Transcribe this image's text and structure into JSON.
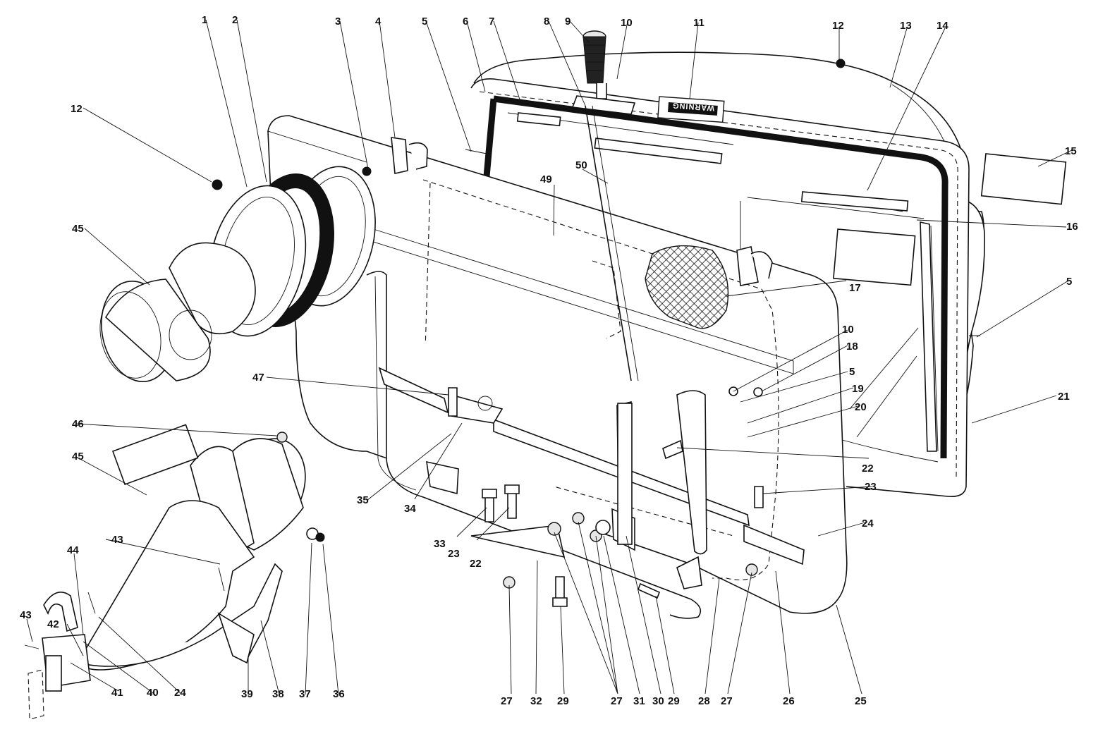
{
  "warning_decal_text": "WARNING",
  "callouts": [
    "1",
    "2",
    "3",
    "4",
    "5",
    "6",
    "7",
    "8",
    "9",
    "10",
    "11",
    "12",
    "13",
    "14",
    "15",
    "16",
    "5",
    "17",
    "10",
    "18",
    "5",
    "19",
    "20",
    "21",
    "12",
    "45",
    "47",
    "46",
    "45",
    "35",
    "34",
    "33",
    "23",
    "22",
    "27",
    "32",
    "29",
    "27",
    "31",
    "30",
    "29",
    "28",
    "27",
    "26",
    "25",
    "22",
    "23",
    "24",
    "44",
    "43",
    "42",
    "43",
    "41",
    "40",
    "24",
    "39",
    "38",
    "37",
    "36",
    "49",
    "50"
  ]
}
